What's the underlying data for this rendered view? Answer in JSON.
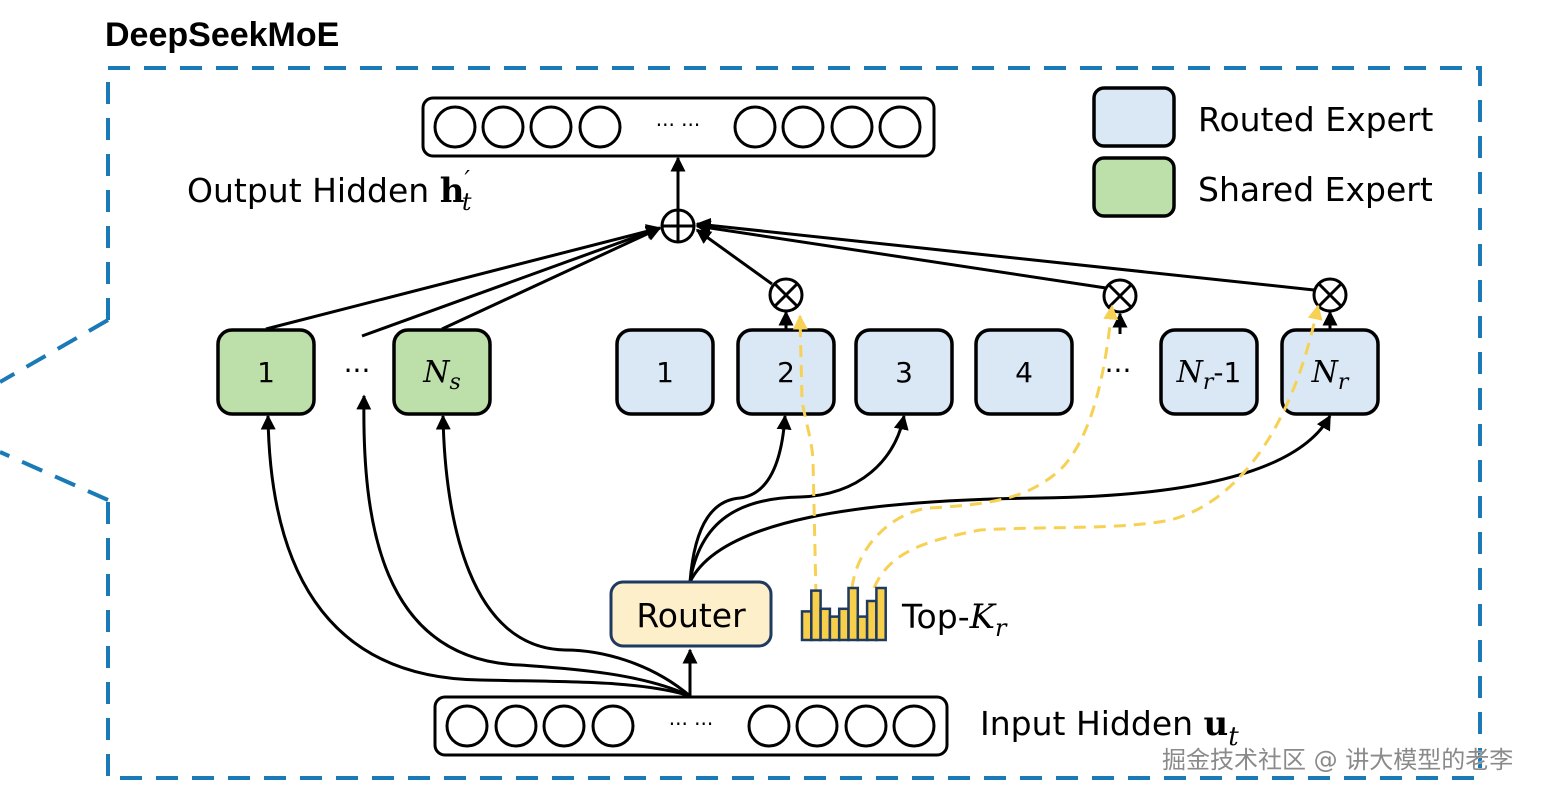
{
  "title": "DeepSeekMoE",
  "legend": [
    {
      "label": "Routed Expert",
      "color": "#dae8f6"
    },
    {
      "label": "Shared Expert",
      "color": "#bddfaa"
    }
  ],
  "output_hidden": {
    "label": "Output Hidden ",
    "symbol": "h",
    "prime": "′",
    "subscript": "t"
  },
  "input_hidden": {
    "label": "Input Hidden ",
    "symbol": "u",
    "subscript": "t"
  },
  "hidden_vector_ellipsis": "··· ···",
  "shared_experts": [
    {
      "label": "1",
      "math": false
    },
    {
      "label": "N",
      "sub": "s",
      "math": true
    }
  ],
  "shared_ellipsis": "···",
  "routed_experts": [
    {
      "label": "1",
      "math": false,
      "selected": false
    },
    {
      "label": "2",
      "math": false,
      "selected": true
    },
    {
      "label": "3",
      "math": false,
      "selected": false
    },
    {
      "label": "4",
      "math": false,
      "selected": false
    },
    {
      "label": "N",
      "sub": "r",
      "suffix": "-1",
      "math": true,
      "selected": false
    },
    {
      "label": "N",
      "sub": "r",
      "math": true,
      "selected": true
    }
  ],
  "routed_ellipsis": "···",
  "router": {
    "label": "Router",
    "fill": "#fdefc9",
    "stroke": "#1f3a5f"
  },
  "topk": {
    "label": "Top-",
    "symbol": "K",
    "subscript": "r",
    "bar_values": [
      0.55,
      0.95,
      0.6,
      0.45,
      0.6,
      1.0,
      0.45,
      0.75,
      1.0
    ],
    "bar_color": "#f7cf4a"
  },
  "operators": {
    "sum": "plus-circle",
    "gate": "times-circle"
  },
  "colors": {
    "frame": "#1a7ab8",
    "gate_arrow": "#f7d154",
    "line": "#000000"
  },
  "watermark": "掘金技术社区 @ 讲大模型的老李"
}
